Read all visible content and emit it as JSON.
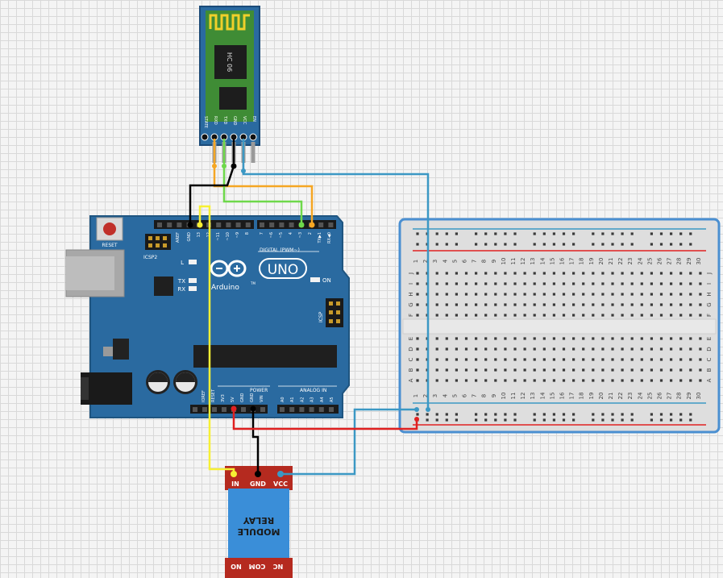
{
  "bluetooth": {
    "model_label": "HC 06",
    "pins": [
      "STATE",
      "RXD",
      "TXD",
      "GND",
      "VCC",
      "EN"
    ]
  },
  "arduino": {
    "reset_label": "RESET",
    "icsp_label": "ICSP2",
    "icsp2_label": "ICSP",
    "logo_label": "UNO",
    "brand_label": "Arduino",
    "tm_label": "TM",
    "led_l": "L",
    "led_tx": "TX",
    "led_rx": "RX",
    "on_label": "ON",
    "digital_label": "DIGITAL (PWM~)",
    "power_label": "POWER",
    "analog_label": "ANALOG IN",
    "top_header_pins": [
      "AREF",
      "GND",
      "13",
      "12",
      "~11",
      "~10",
      "~9",
      "8",
      "7",
      "~6",
      "~5",
      "4",
      "~3",
      "2",
      "TX▶1",
      "RX◀0"
    ],
    "power_pins": [
      "IOREF",
      "RESET",
      "3V3",
      "5V",
      "GND",
      "GND",
      "VIN"
    ],
    "analog_pins": [
      "A0",
      "A1",
      "A2",
      "A3",
      "A4",
      "A5"
    ]
  },
  "breadboard": {
    "columns": [
      "1",
      "2",
      "3",
      "4",
      "5",
      "6",
      "7",
      "8",
      "9",
      "10",
      "11",
      "12",
      "13",
      "14",
      "15",
      "16",
      "17",
      "18",
      "19",
      "20",
      "21",
      "22",
      "23",
      "24",
      "25",
      "26",
      "27",
      "28",
      "29",
      "30"
    ],
    "rows_top": [
      "J",
      "I",
      "H",
      "G",
      "F"
    ],
    "rows_bottom": [
      "E",
      "D",
      "C",
      "B",
      "A"
    ]
  },
  "relay": {
    "top_pins": [
      "IN",
      "GND",
      "VCC"
    ],
    "body_line1": "RELAY",
    "body_line2": "MODULE",
    "bottom_pins": [
      "NO",
      "COM",
      "NC"
    ]
  },
  "colors": {
    "board_blue": "#2a6aa0",
    "wire_black": "#000000",
    "wire_orange": "#f5a623",
    "wire_green": "#6ed84a",
    "wire_blue": "#3b98c4",
    "wire_yellow": "#f7f033",
    "wire_red": "#e02020",
    "relay_red": "#b52a1f",
    "relay_blue": "#3a8ed8"
  }
}
